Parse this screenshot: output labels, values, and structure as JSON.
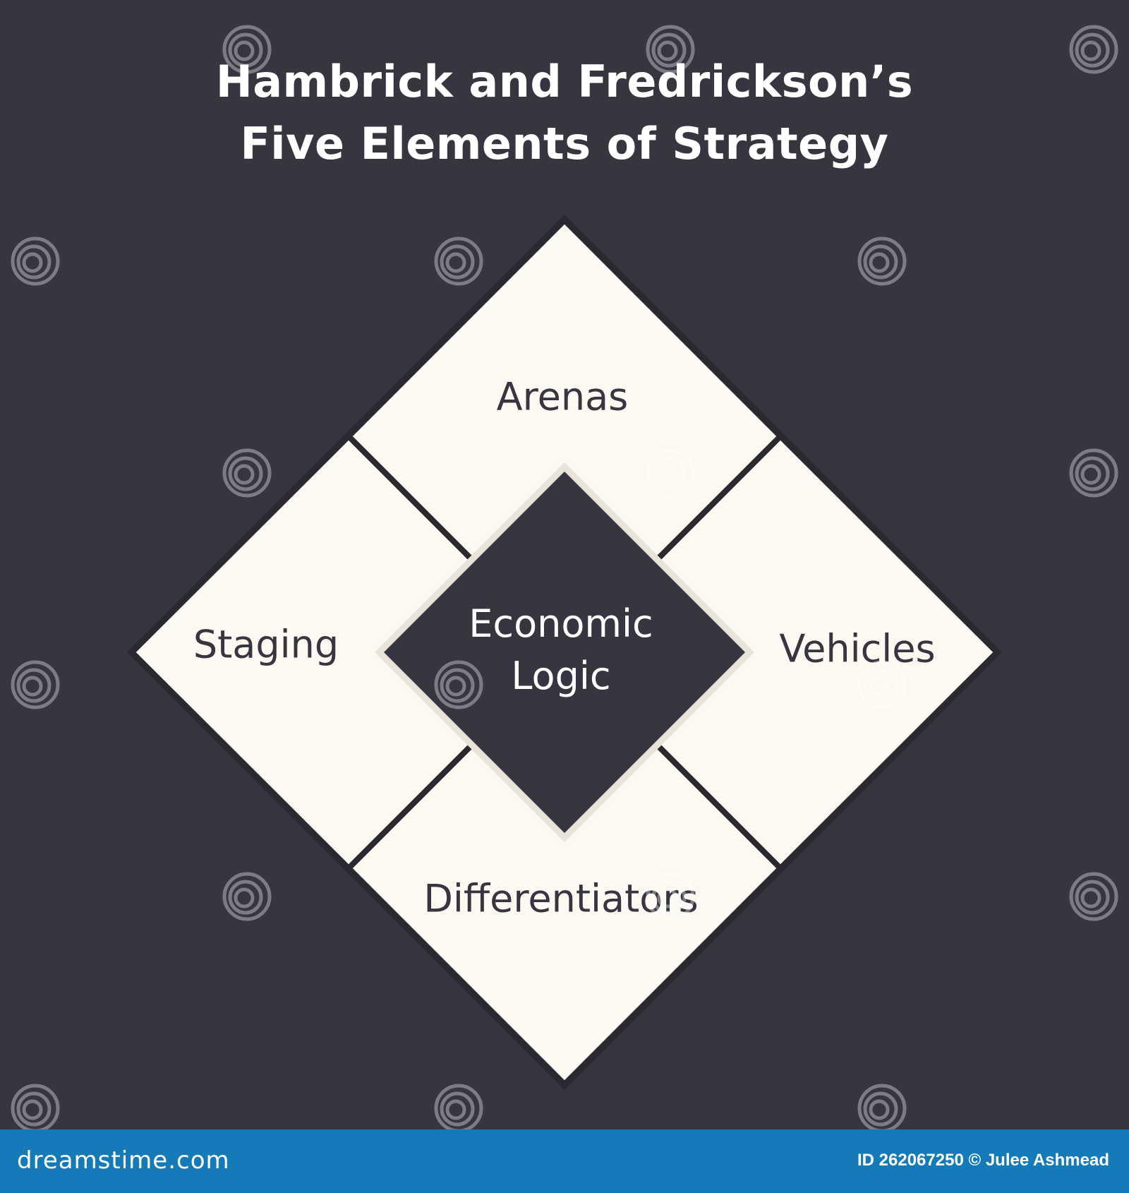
{
  "title": {
    "line1": "Hambrick and Fredrickson’s",
    "line2": "Five Elements of Strategy"
  },
  "elements": {
    "top": "Arenas",
    "left": "Staging",
    "right": "Vehicles",
    "bottom": "Differentiators",
    "center_line1": "Economic",
    "center_line2": "Logic"
  },
  "colors": {
    "background": "#373540",
    "tile": "#fcf9f2",
    "footer": "#147ab8"
  },
  "watermark": {
    "brand": "dreamstime",
    "footer_left": "dreamstime.com",
    "footer_right": "ID 262067250 © Julee Ashmead"
  }
}
